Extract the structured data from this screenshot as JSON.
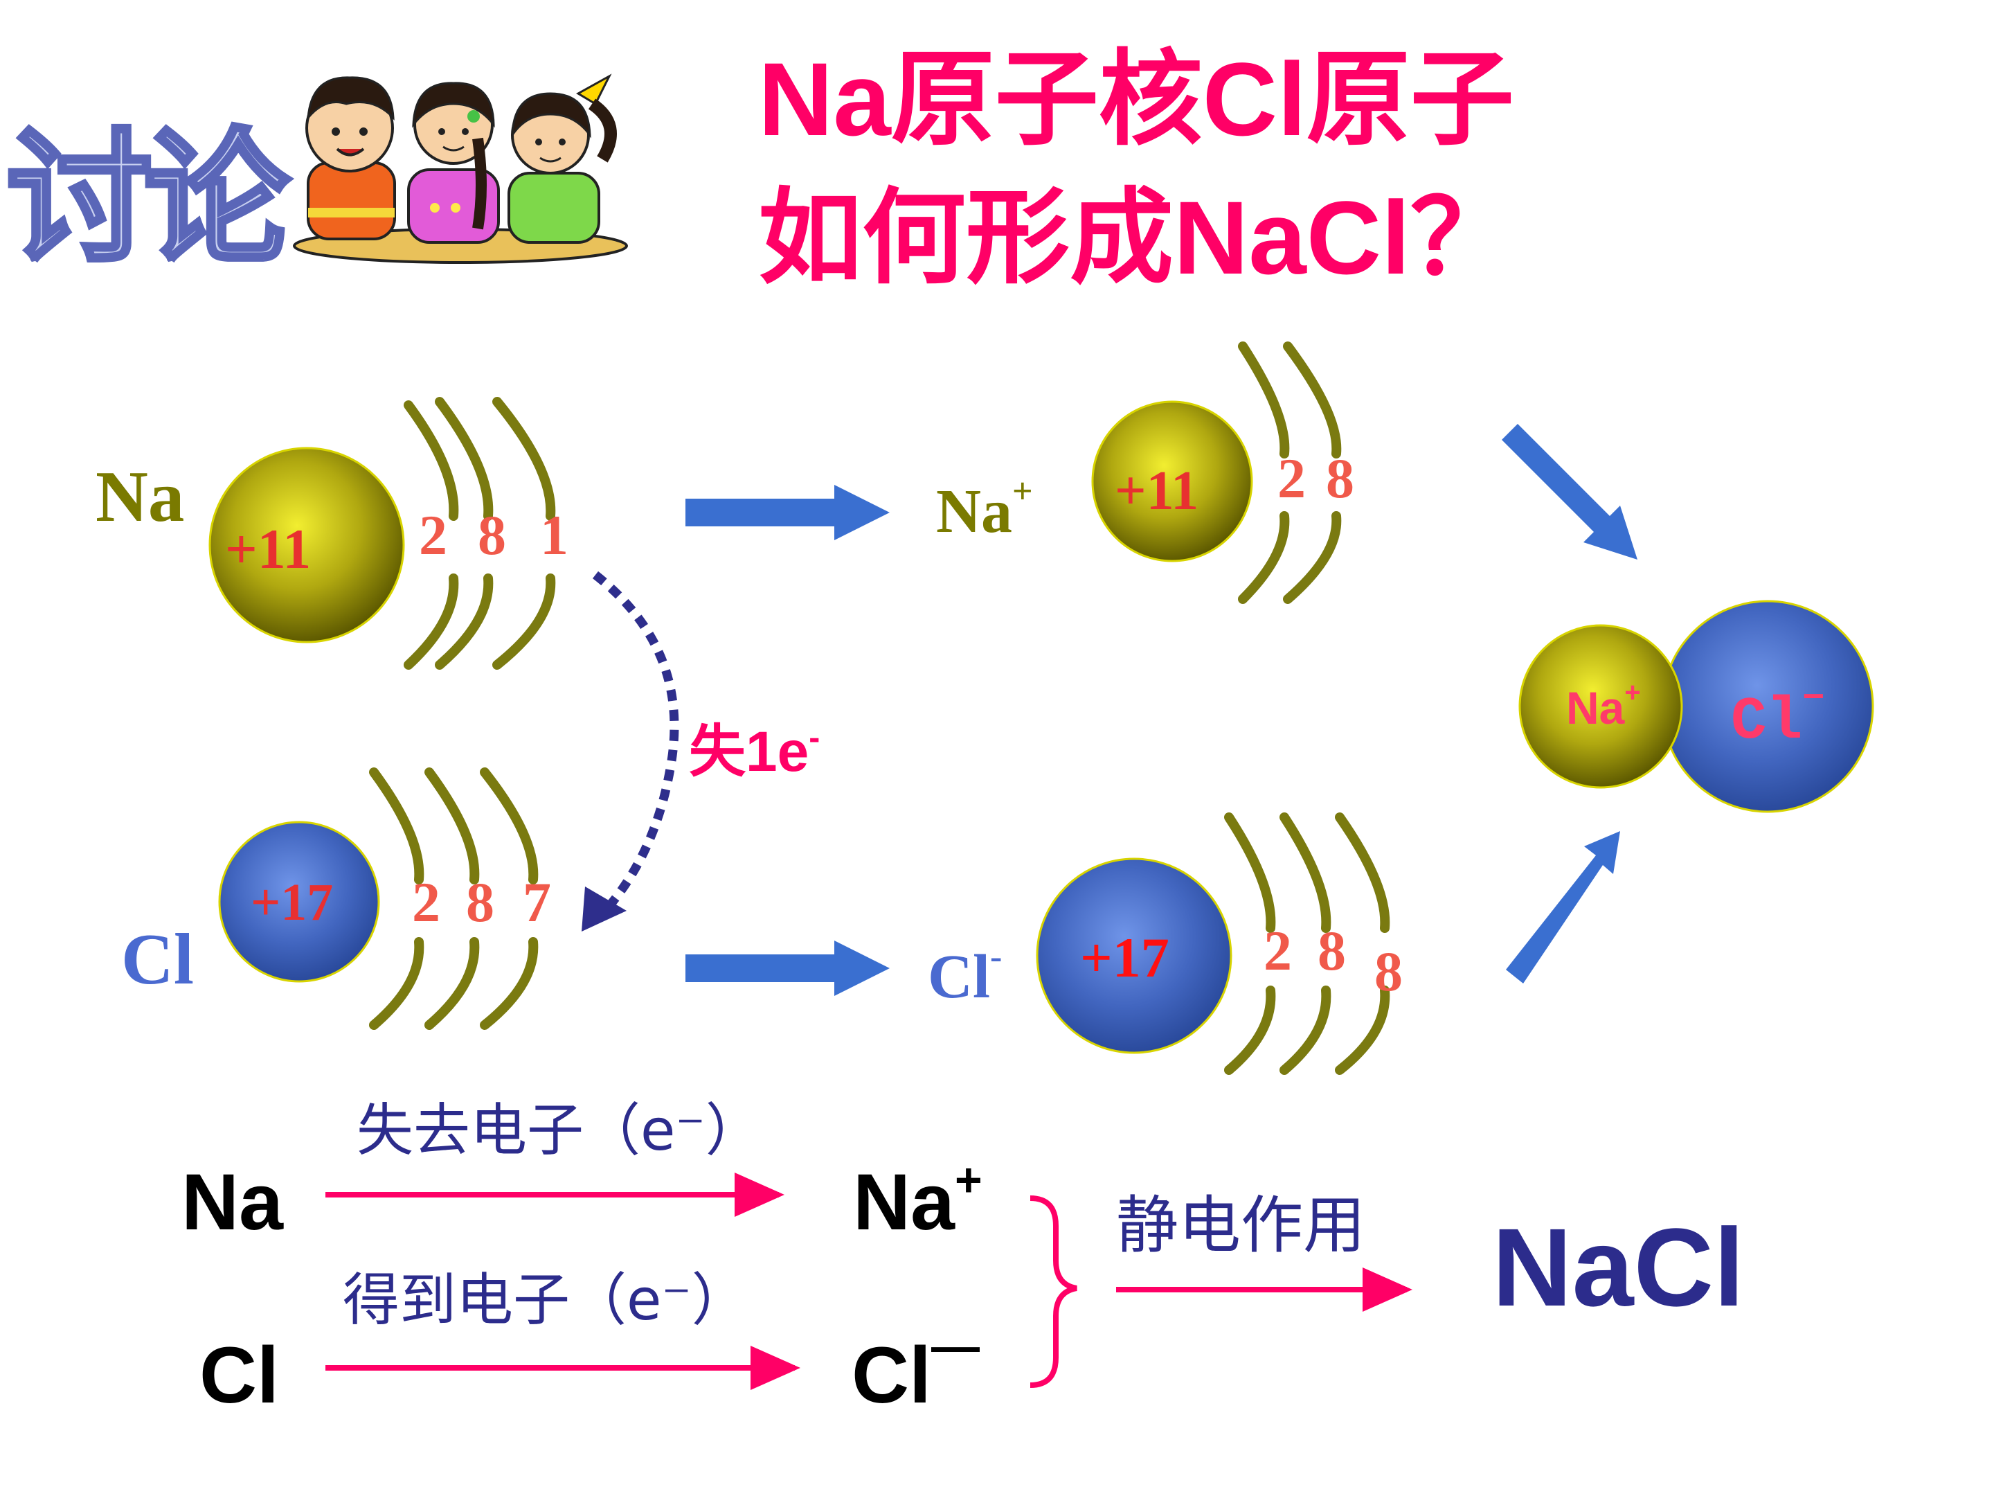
{
  "header": {
    "discuss_label": "讨论",
    "question_line1": "Na原子核Cl原子",
    "question_line2": "如何形成NaCl？"
  },
  "atoms": {
    "na": {
      "symbol": "Na",
      "nucleus": "+11",
      "shells": [
        "2",
        "8",
        "1"
      ]
    },
    "cl": {
      "symbol": "Cl",
      "nucleus": "+17",
      "shells": [
        "2",
        "8",
        "7"
      ]
    },
    "transfer_label": "失1e",
    "transfer_sup": "-"
  },
  "ions": {
    "na_ion": {
      "symbol": "Na",
      "charge": "+",
      "nucleus": "+11",
      "shells": [
        "2",
        "8"
      ]
    },
    "cl_ion": {
      "symbol": "Cl",
      "charge": "-",
      "nucleus": "+17",
      "shells": [
        "2",
        "8",
        "8"
      ]
    }
  },
  "compound": {
    "na_label": "Na",
    "na_charge": "+",
    "cl_label": "Cl",
    "cl_charge": "−"
  },
  "equations": {
    "na": "Na",
    "lose_label": "失去电子（e⁻）",
    "na_ion": "Na",
    "na_ion_charge": "+",
    "cl": "Cl",
    "gain_label": "得到电子（e⁻）",
    "cl_ion": "Cl",
    "cl_ion_charge": "—",
    "static_label": "静电作用",
    "product": "NaCl"
  },
  "colors": {
    "olive": "#7a7a00",
    "shell": "#7a7a10",
    "blue_atom": "#3f5fb8",
    "arrow_blue": "#3a6fd0",
    "dotted_arrow": "#2e2e8c",
    "magenta": "#ff0066",
    "salmon": "#f0594a",
    "navy_text": "#2c2c8c"
  }
}
